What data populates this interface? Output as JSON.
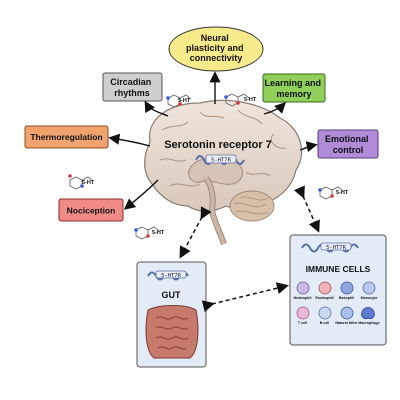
{
  "center_title": "Serotonin receptor 7",
  "receptor_tag": "5-HT7R",
  "functions": {
    "neural": [
      "Neural",
      "plasticity and",
      "connectivity"
    ],
    "circadian": [
      "Circadian",
      "rhythms"
    ],
    "learning": [
      "Learning and",
      "memory"
    ],
    "thermo": "Thermoregulation",
    "emotional": [
      "Emotional",
      "control"
    ],
    "nociception": "Nociception"
  },
  "ht_label": "5-HT",
  "gut": {
    "title": "GUT"
  },
  "immune": {
    "title": "IMMUNE CELLS",
    "cells_row1": [
      "Neutrophil",
      "Eosinophil",
      "Basophil",
      "Monocyte"
    ],
    "cells_row2": [
      "T cell",
      "B cell",
      "Natural Killer",
      "Macrophage"
    ]
  },
  "colors": {
    "neural": "#f6ea8a",
    "circadian": "#c9c9c9",
    "learning": "#8fd05b",
    "thermo": "#f0a36c",
    "emotional": "#b18ad8",
    "nociception": "#f08a86",
    "brain": "#eadfd6",
    "receptor": "#9ab0d8"
  }
}
